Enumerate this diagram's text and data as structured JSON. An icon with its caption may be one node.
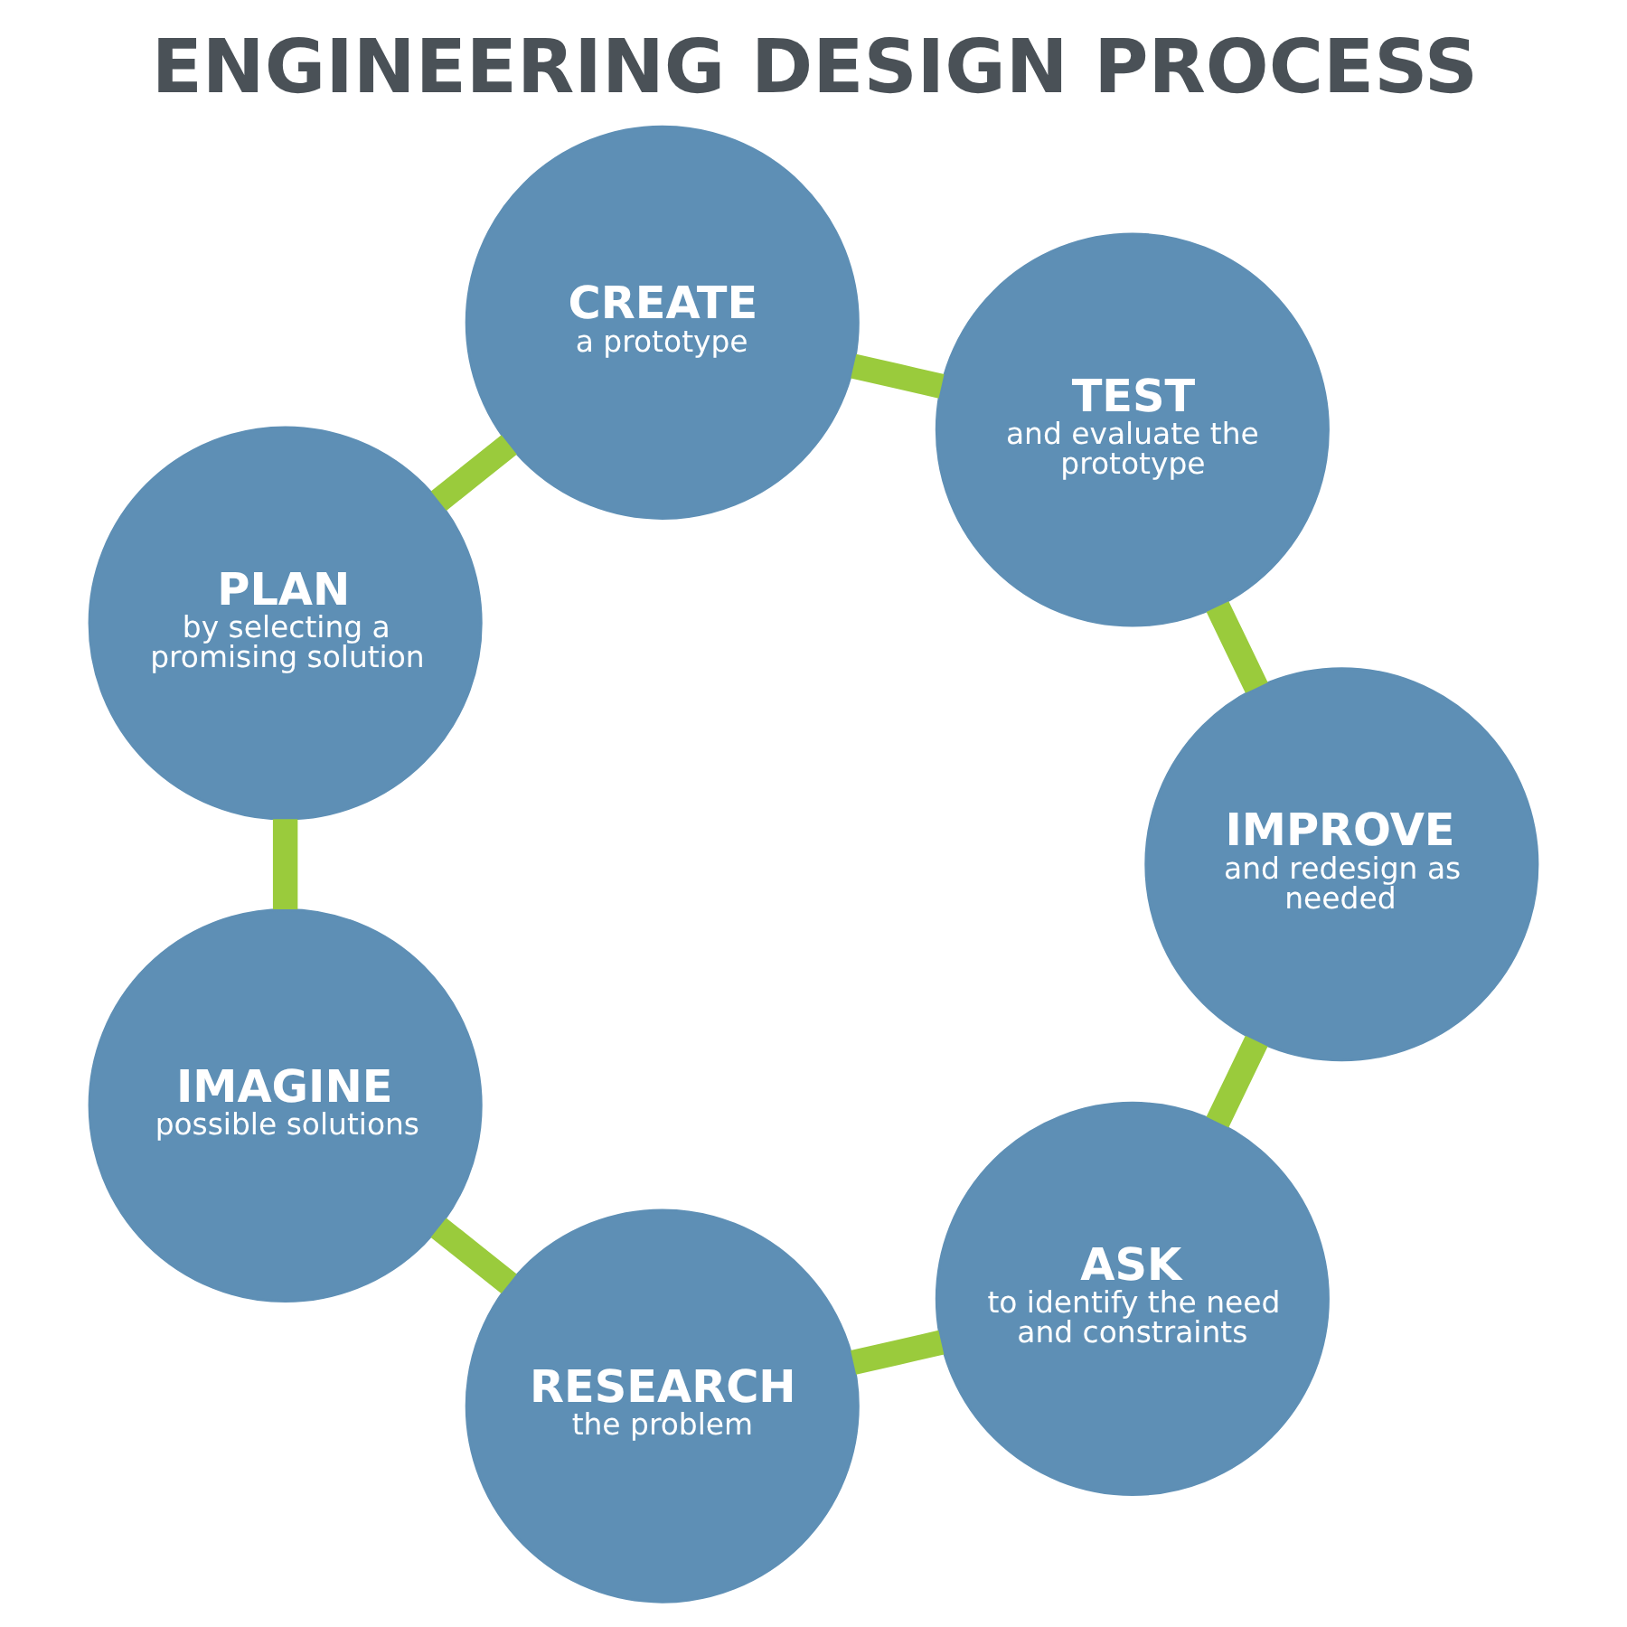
{
  "diagram": {
    "title": "ENGINEERING DESIGN PROCESS",
    "nodes": [
      {
        "text": [
          "ASK",
          "to identify the need and constraints"
        ]
      },
      {
        "text": [
          "RESEARCH",
          "the problem"
        ]
      },
      {
        "text": [
          "IMAGINE",
          "possible solutions"
        ]
      },
      {
        "text": [
          "PLAN",
          "by selecting a promising solution"
        ]
      },
      {
        "text": [
          "CREATE",
          "a prototype"
        ]
      },
      {
        "text": [
          "TEST",
          "and evaluate the prototype"
        ]
      },
      {
        "text": [
          "IMPROVE",
          "and redesign as needed"
        ]
      }
    ],
    "edges": [
      {
        "from": 0,
        "to": 1,
        "arrow": "none"
      },
      {
        "from": 1,
        "to": 2,
        "arrow": "none"
      },
      {
        "from": 2,
        "to": 3,
        "arrow": "none"
      },
      {
        "from": 3,
        "to": 4,
        "arrow": "none"
      },
      {
        "from": 4,
        "to": 5,
        "arrow": "none"
      },
      {
        "from": 5,
        "to": 6,
        "arrow": "none"
      },
      {
        "from": 6,
        "to": 0,
        "arrow": "none"
      }
    ]
  }
}
